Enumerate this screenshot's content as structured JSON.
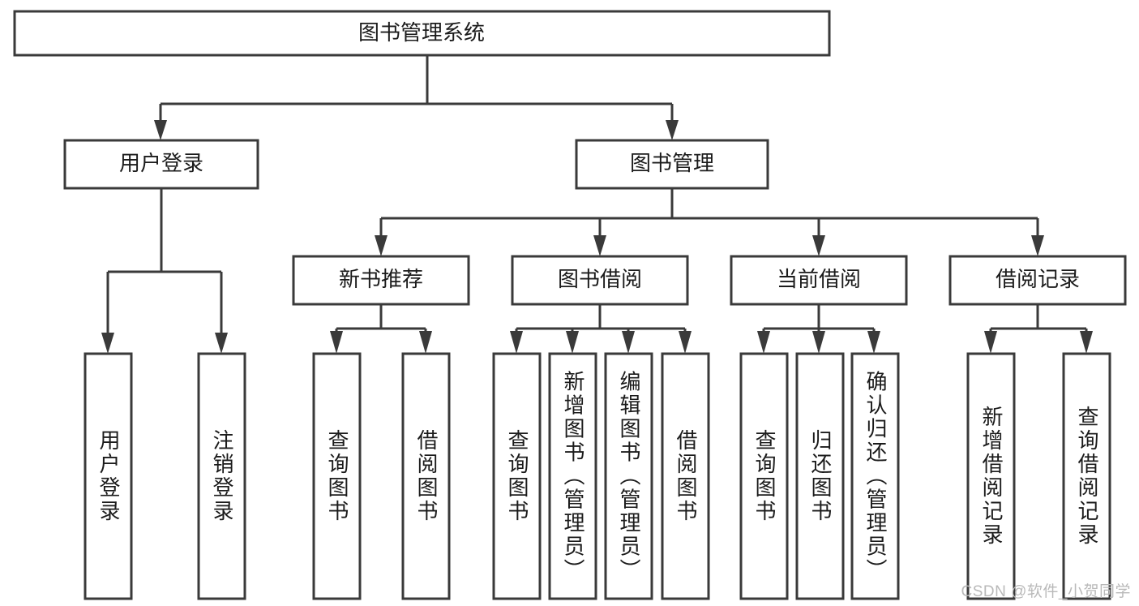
{
  "diagram": {
    "title": "图书管理系统",
    "type": "tree-hierarchy-chart",
    "orientation": "top-down",
    "colors": {
      "stroke": "#3a3a3a",
      "fill": "#ffffff",
      "text": "#1b1b1b",
      "watermark": "#b9b9b9",
      "background": "#ffffff"
    },
    "root": {
      "id": "root",
      "label": "图书管理系统"
    },
    "level2": [
      {
        "id": "user-login",
        "label": "用户登录"
      },
      {
        "id": "book-manage",
        "label": "图书管理"
      }
    ],
    "level3": [
      {
        "id": "new-book-recommend",
        "label": "新书推荐"
      },
      {
        "id": "book-borrow",
        "label": "图书借阅"
      },
      {
        "id": "current-borrow",
        "label": "当前借阅"
      },
      {
        "id": "borrow-record",
        "label": "借阅记录"
      }
    ],
    "leaves": {
      "user_login": [
        {
          "id": "leaf-user-login",
          "label": "用户登录"
        },
        {
          "id": "leaf-logout-login",
          "label": "注销登录"
        }
      ],
      "new_book_recommend": [
        {
          "id": "leaf-query-book-1",
          "label": "查询图书"
        },
        {
          "id": "leaf-borrow-book-1",
          "label": "借阅图书"
        }
      ],
      "book_borrow": [
        {
          "id": "leaf-query-book-2",
          "label": "查询图书"
        },
        {
          "id": "leaf-add-book",
          "label": "新增图书（管理员）"
        },
        {
          "id": "leaf-edit-book",
          "label": "编辑图书（管理员）"
        },
        {
          "id": "leaf-borrow-book-2",
          "label": "借阅图书"
        }
      ],
      "current_borrow": [
        {
          "id": "leaf-query-book-3",
          "label": "查询图书"
        },
        {
          "id": "leaf-return-book",
          "label": "归还图书"
        },
        {
          "id": "leaf-confirm-return",
          "label": "确认归还（管理员）"
        }
      ],
      "borrow_record": [
        {
          "id": "leaf-add-record",
          "label": "新增借阅记录"
        },
        {
          "id": "leaf-query-record",
          "label": "查询借阅记录"
        }
      ]
    },
    "watermark": "CSDN @软件_小贺同学"
  }
}
